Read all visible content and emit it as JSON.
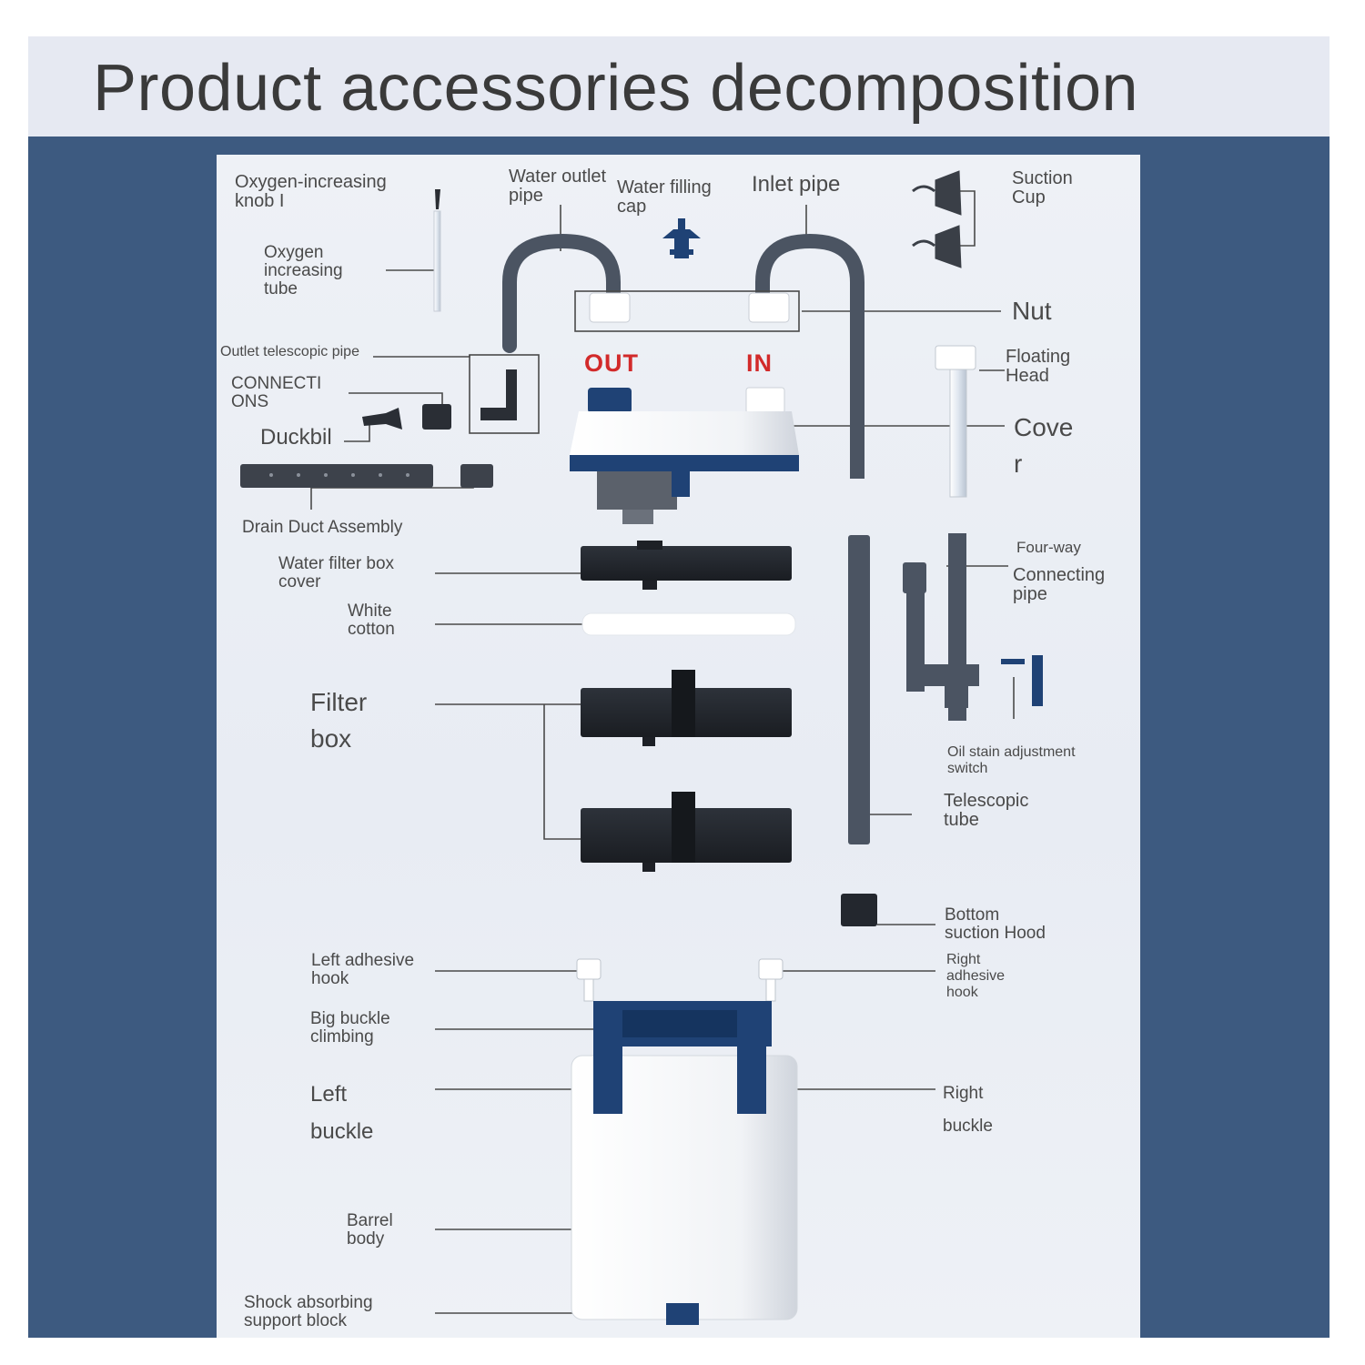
{
  "title": "Product accessories decomposition",
  "colors": {
    "frame": "#3d5a80",
    "header": "#e6e9f2",
    "panel": "#eef1f6",
    "accent_navy": "#1f4275",
    "port_red": "#d22a2a",
    "part_black": "#23272e",
    "pipe_gray": "#4b5462"
  },
  "ports": {
    "out": "OUT",
    "in": "IN"
  },
  "labels": {
    "oxygen_knob": "Oxygen-increasing\nknob I",
    "oxygen_tube": "Oxygen\nincreasing\ntube",
    "outlet_telescopic_pipe": "Outlet telescopic pipe",
    "connections": "CONNECTI\nONS",
    "duckbil": "Duckbil",
    "drain_duct": "Drain Duct Assembly",
    "water_outlet_pipe": "Water outlet\npipe",
    "water_filling_cap": "Water filling\ncap",
    "inlet_pipe": "Inlet pipe",
    "suction_cup": "Suction\nCup",
    "nut": "Nut",
    "floating_head": "Floating\nHead",
    "cover": "Cove\nr",
    "filter_box_cover": "Water filter box\ncover",
    "white_cotton": "White\ncotton",
    "filter_box": "Filter\nbox",
    "four_way": "Four-way",
    "connecting_pipe": "Connecting\npipe",
    "oil_stain_switch": "Oil stain adjustment\nswitch",
    "telescopic_tube": "Telescopic\ntube",
    "bottom_suction_hood": "Bottom\nsuction Hood",
    "left_adhesive_hook": "Left adhesive\nhook",
    "right_adhesive_hook": "Right\nadhesive\nhook",
    "big_buckle": "Big buckle\nclimbing",
    "left_buckle": "Left\nbuckle",
    "right_buckle": "Right\nbuckle",
    "barrel_body": "Barrel\nbody",
    "shock_block": "Shock absorbing\nsupport block"
  }
}
